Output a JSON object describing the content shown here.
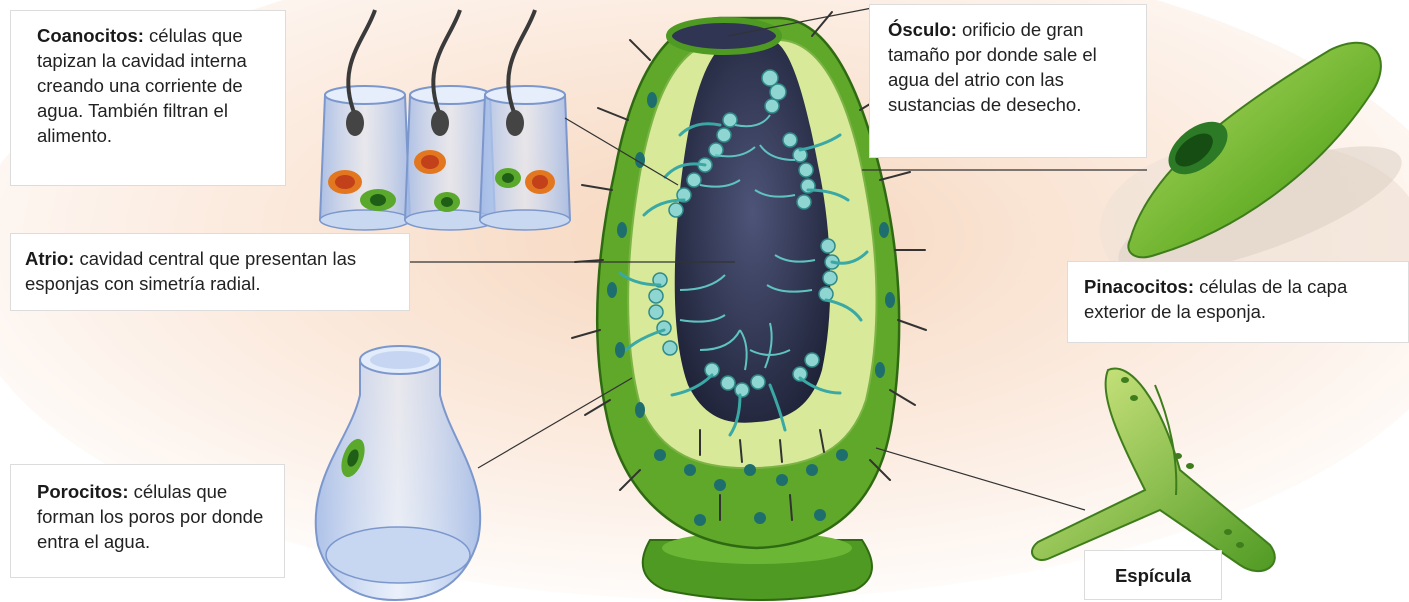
{
  "labels": {
    "coanocitos": {
      "term": "Coanocitos:",
      "text": " células que tapizan la cavidad interna creando una corriente de agua. También filtran el alimento."
    },
    "osculo": {
      "term": "Ósculo:",
      "text": " orificio de gran tamaño por donde sale el agua del atrio con las sustancias de desecho."
    },
    "atrio": {
      "term": "Atrio:",
      "text": " cavidad central que presentan las esponjas con simetría radial."
    },
    "pinacocitos": {
      "term": "Pinacocitos:",
      "text": " células de la capa exterior de la esponja."
    },
    "porocitos": {
      "term": "Porocitos:",
      "text": " células que forman los poros por donde entra el agua."
    },
    "espicula": {
      "term": "Espícula"
    }
  },
  "colors": {
    "sponge_outer": "#5fa82a",
    "sponge_dark": "#3f7d1c",
    "sponge_inner": "#d8ea9a",
    "atrium": "#2f3552",
    "choanocyte_teal": "#5fc3c0",
    "glass_blue": "#b9cdee",
    "background_glow": "#f6dcc6"
  }
}
